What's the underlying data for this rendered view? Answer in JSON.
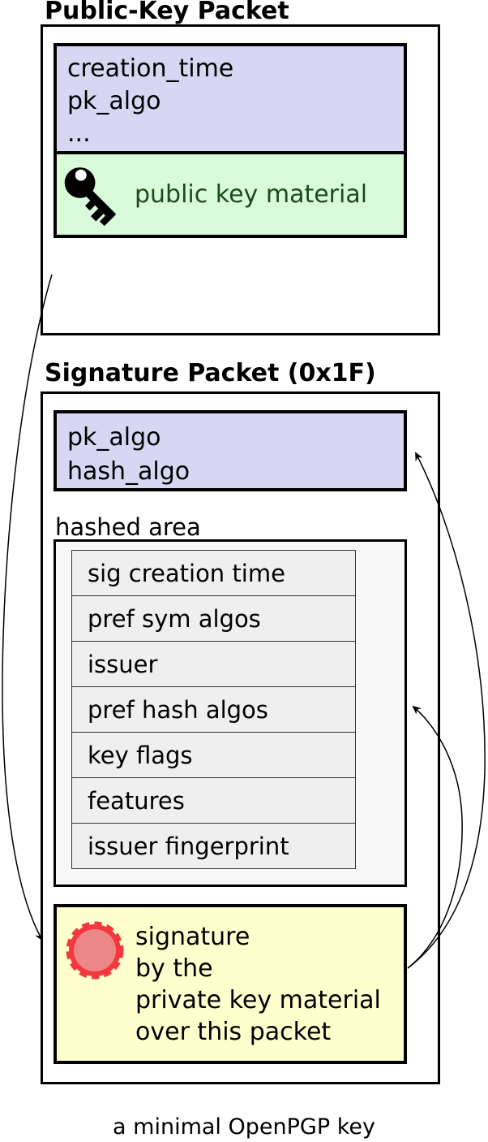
{
  "public_key_packet": {
    "title": "Public-Key Packet",
    "fields": [
      "creation_time",
      "pk_algo",
      "..."
    ],
    "key_material_label": "public key material"
  },
  "signature_packet": {
    "title": "Signature Packet (0x1F)",
    "algo_fields": [
      "pk_algo",
      "hash_algo"
    ],
    "hashed_area_label": "hashed area",
    "subpackets": [
      "sig creation time",
      "pref sym algos",
      "issuer",
      "pref hash algos",
      "key flags",
      "features",
      "issuer fingerprint"
    ],
    "signature_lines": [
      "signature",
      "by the",
      "private key material",
      "over this packet"
    ]
  },
  "caption": "a minimal OpenPGP key",
  "arrows": [
    {
      "name": "public-key-packet-to-signature",
      "from": "public-key-packet",
      "to": "signature-box"
    },
    {
      "name": "signature-to-algo-fields",
      "from": "signature-box",
      "to": "algo-fields-box"
    },
    {
      "name": "signature-to-hashed-area",
      "from": "signature-box",
      "to": "hashed-area-box"
    }
  ],
  "colors": {
    "lavender": "#d7d7f4",
    "green": "#d9fbd9",
    "green_text": "#1d4a1d",
    "yellow": "#ffffcd",
    "hashed_bg": "#f8f8f8",
    "row_bg": "#efefef",
    "row_border": "#333333",
    "seal_red": "#f5383f",
    "seal_inner": "#eb8787"
  }
}
